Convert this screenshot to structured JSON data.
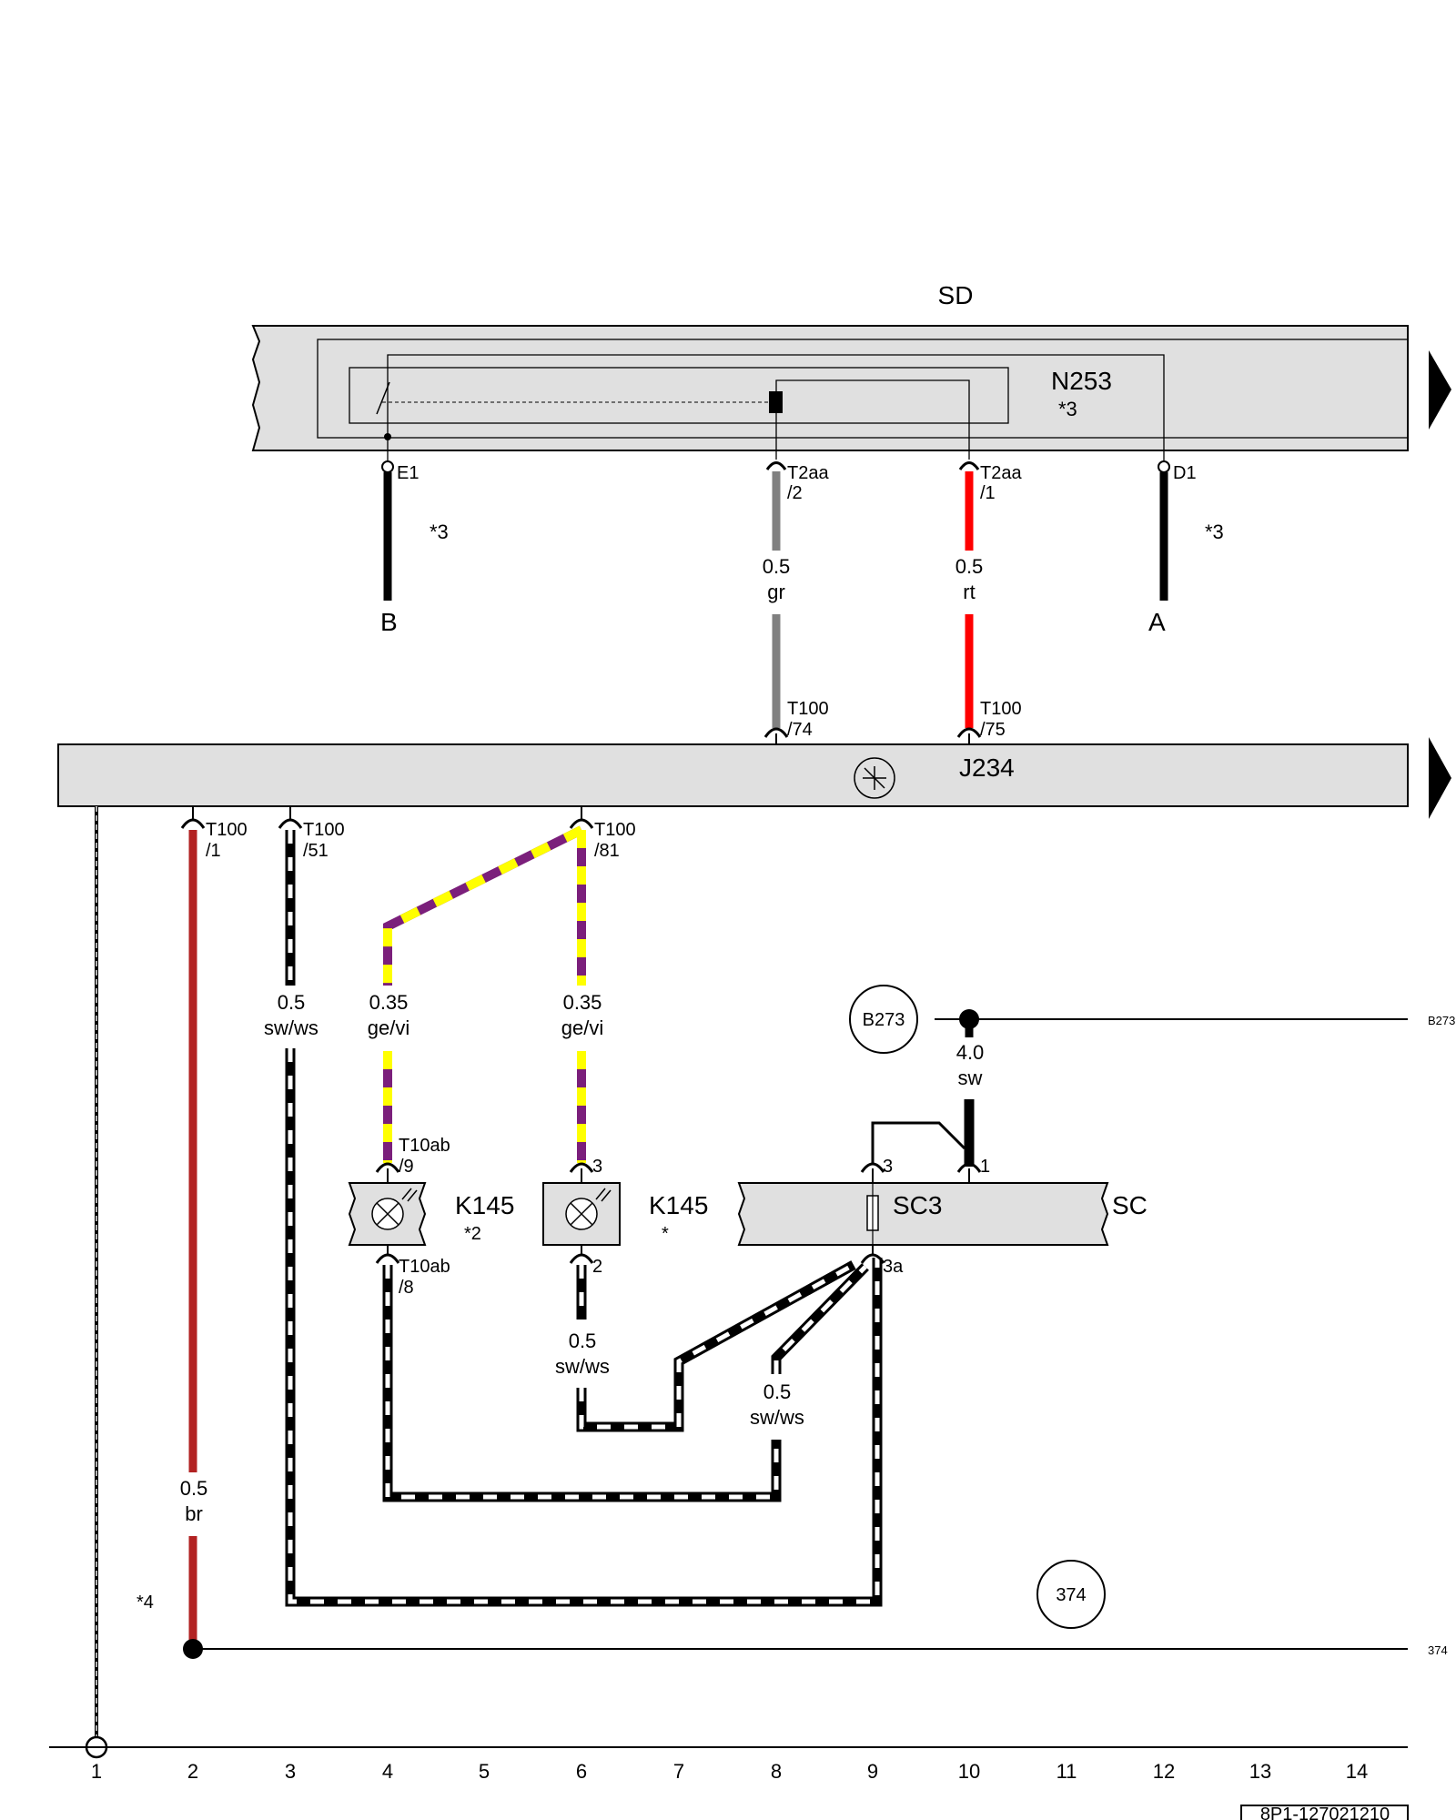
{
  "colors": {
    "black": "#000000",
    "white": "#ffffff",
    "gray_wire": "#808080",
    "red_wire": "#ff0000",
    "brown_wire": "#b22222",
    "yellow": "#ffff00",
    "violet": "#7b1f7b",
    "panel": "#e0e0e0"
  },
  "diagram": {
    "sd": {
      "title": "SD",
      "component": "N253",
      "component_note": "*3",
      "pin_e1": "E1",
      "pin_d1": "D1",
      "pin_t2aa_2": [
        "T2aa",
        "/2"
      ],
      "pin_t2aa_1": [
        "T2aa",
        "/1"
      ]
    },
    "wires_top": {
      "e1": {
        "note": "*3",
        "dest": "B"
      },
      "d1": {
        "note": "*3",
        "dest": "A"
      },
      "gray": {
        "size": "0.5",
        "color": "gr"
      },
      "red": {
        "size": "0.5",
        "color": "rt"
      }
    },
    "j234": {
      "label": "J234",
      "pin_74": [
        "T100",
        "/74"
      ],
      "pin_75": [
        "T100",
        "/75"
      ],
      "pin_1": [
        "T100",
        "/1"
      ],
      "pin_51": [
        "T100",
        "/51"
      ],
      "pin_81": [
        "T100",
        "/81"
      ]
    },
    "wires_mid": {
      "sw_ws_col3": {
        "size": "0.5",
        "color": "sw/ws"
      },
      "ge_vi_col4": {
        "size": "0.35",
        "color": "ge/vi"
      },
      "ge_vi_col6": {
        "size": "0.35",
        "color": "ge/vi"
      },
      "br_col2": {
        "size": "0.5",
        "color": "br"
      },
      "sw_40": {
        "size": "4.0",
        "color": "sw"
      },
      "sw_ws_col6": {
        "size": "0.5",
        "color": "sw/ws"
      },
      "sw_ws_col8": {
        "size": "0.5",
        "color": "sw/ws"
      }
    },
    "k145_a": {
      "label": "K145",
      "note": "*2",
      "pin_top": [
        "T10ab",
        "/9"
      ],
      "pin_bottom": [
        "T10ab",
        "/8"
      ]
    },
    "k145_b": {
      "label": "K145",
      "note": "*",
      "pin_top": "3",
      "pin_bottom": "2"
    },
    "sc": {
      "label": "SC",
      "fuse": "SC3",
      "pin_3": "3",
      "pin_1": "1",
      "pin_3a": "3a"
    },
    "refs": {
      "b273": "B273",
      "b273_edge": "B273",
      "r374": "374",
      "r374_edge": "374",
      "note4": "*4"
    },
    "columns": [
      "1",
      "2",
      "3",
      "4",
      "5",
      "6",
      "7",
      "8",
      "9",
      "10",
      "11",
      "12",
      "13",
      "14"
    ],
    "drawing_code": "8P1-127021210"
  }
}
